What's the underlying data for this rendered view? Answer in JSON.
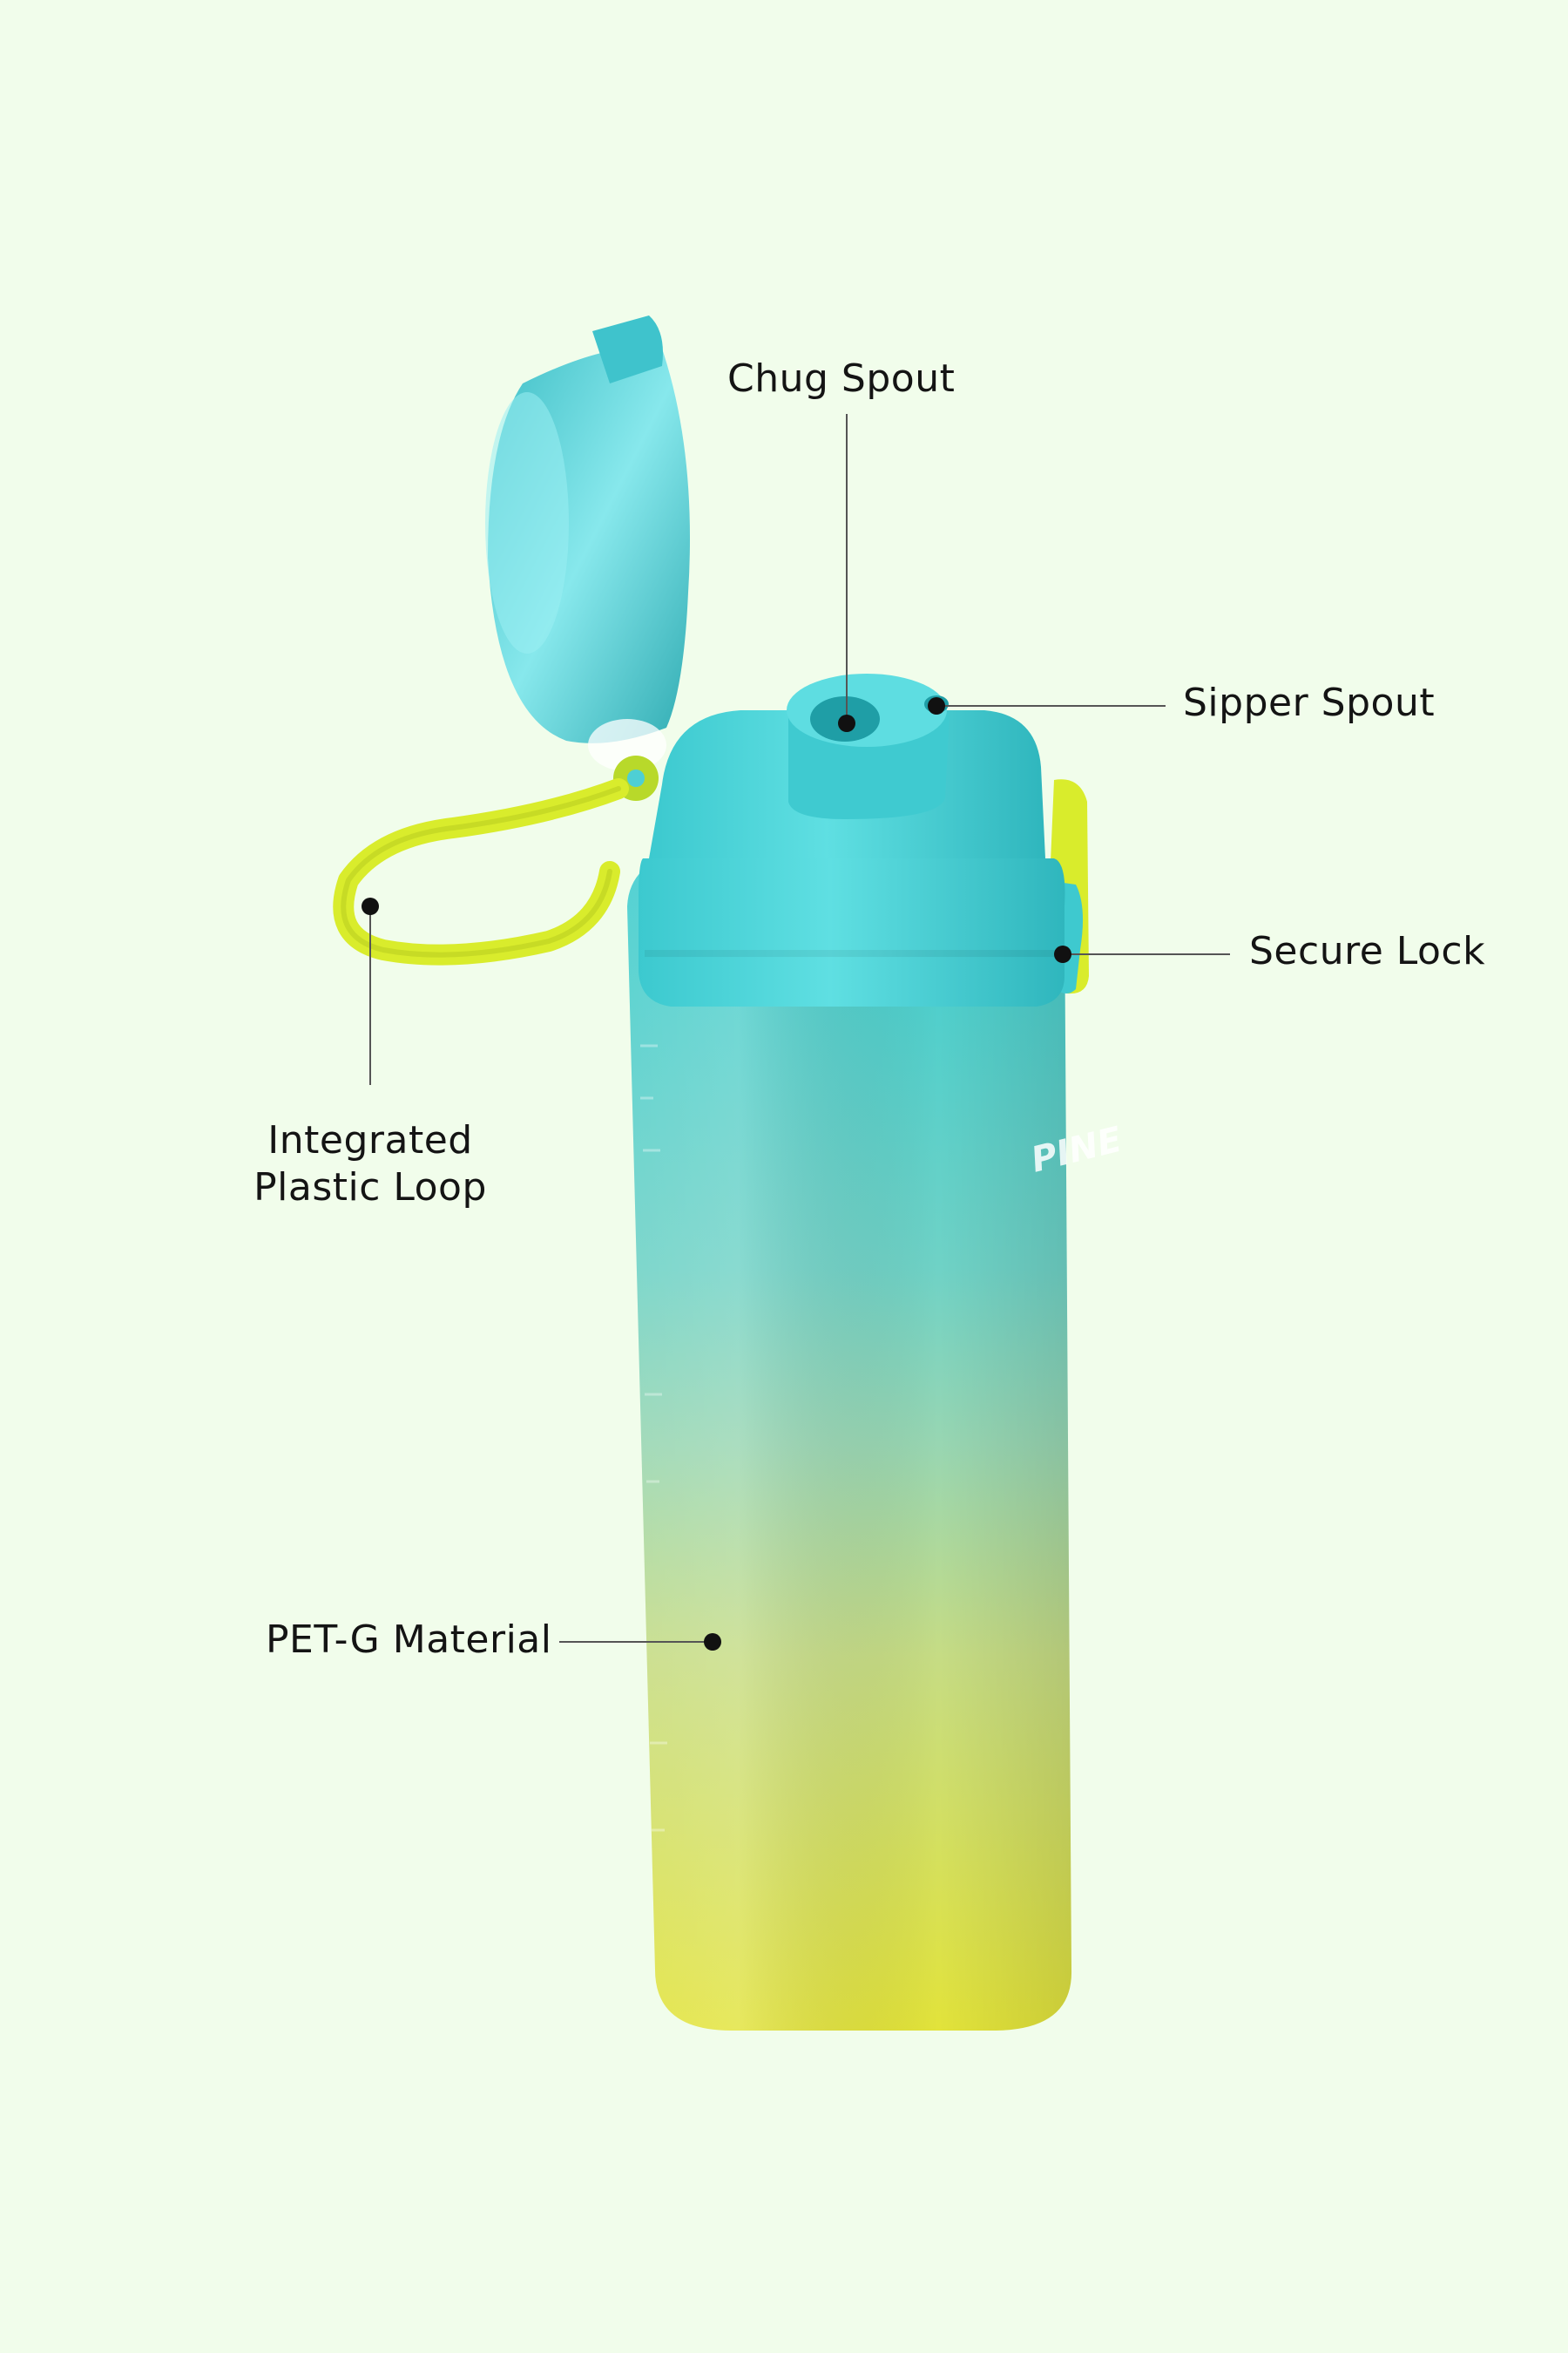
{
  "product": {
    "brand_text": "PINE",
    "colors": {
      "background": "#f1fdeb",
      "teal": "#45d6da",
      "teal_dark": "#2bb9bf",
      "lime": "#d8e23a",
      "loop": "#d9ec2c",
      "label_text": "#141414",
      "callout_line": "#555555",
      "callout_dot": "#111111"
    }
  },
  "callouts": {
    "chug_spout": "Chug Spout",
    "sipper_spout": "Sipper Spout",
    "secure_lock": "Secure Lock",
    "plastic_loop": {
      "line1": "Integrated",
      "line2": "Plastic Loop"
    },
    "material": "PET-G Material"
  }
}
